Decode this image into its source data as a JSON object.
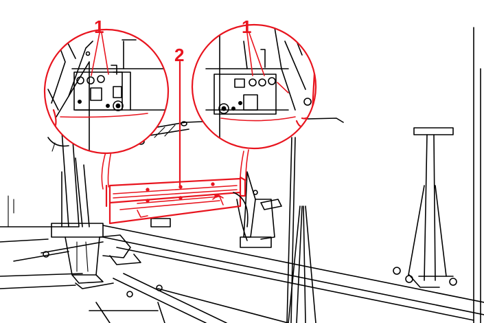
{
  "callouts": {
    "left_detail": "1",
    "right_detail": "1",
    "bar_assembly": "2"
  },
  "colors": {
    "highlight": "#e8141e",
    "line": "#000000",
    "background": "#ffffff"
  }
}
